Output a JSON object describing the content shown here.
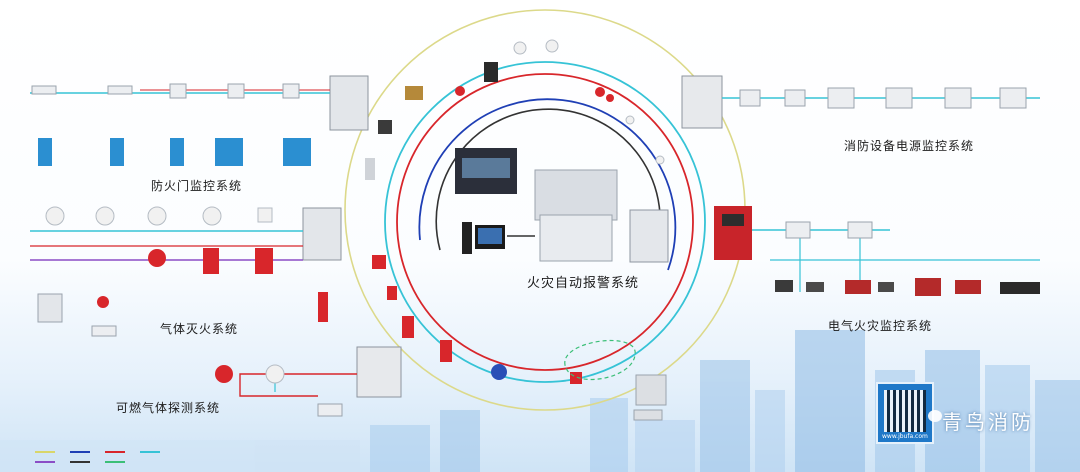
{
  "diagram": {
    "center_title": "火灾自动报警系统",
    "labels": {
      "fire_door": "防火门监控系统",
      "power_monitor": "消防设备电源监控系统",
      "gas_extinguish": "气体灭火系统",
      "electrical_fire": "电气火灾监控系统",
      "combustible_gas": "可燃气体探测系统"
    }
  },
  "brand": {
    "name": "青鸟消防",
    "url": "www.jbufa.com"
  },
  "colors": {
    "cyan": "#36c3d6",
    "red": "#d8262b",
    "blue": "#1f3fb5",
    "purple": "#8b4dc6",
    "yellow": "#d9d66a",
    "dark": "#333333",
    "green_dash": "#3bbf77"
  }
}
